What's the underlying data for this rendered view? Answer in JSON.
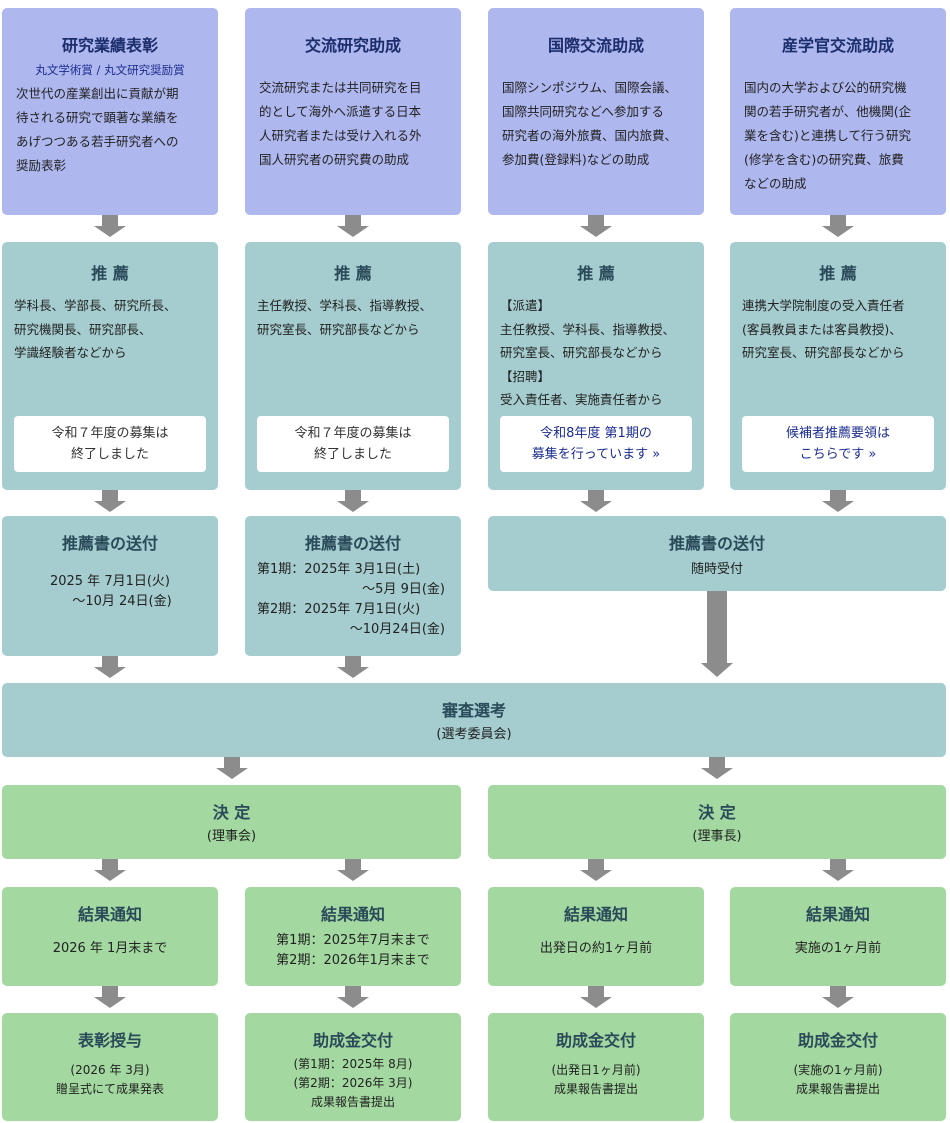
{
  "awards": [
    {
      "title": "研究業績表彰",
      "subtitle": "丸文学術賞 / 丸文研究奨励賞",
      "desc": [
        "次世代の産業創出に貢献が期",
        "待される研究で顕著な業績を",
        "あげつつある若手研究者への",
        "奨励表彰"
      ]
    },
    {
      "title": "交流研究助成",
      "desc": [
        "交流研究または共同研究を目",
        "的として海外へ派遣する日本",
        "人研究者または受け入れる外",
        "国人研究者の研究費の助成"
      ]
    },
    {
      "title": "国際交流助成",
      "desc": [
        "国際シンポジウム、国際会議、",
        "国際共同研究などへ参加する",
        "研究者の海外旅費、国内旅費、",
        "参加費(登録料)などの助成"
      ]
    },
    {
      "title": "産学官交流助成",
      "desc": [
        "国内の大学および公的研究機",
        "関の若手研究者が、他機関(企",
        "業を含む)と連携して行う研究",
        "(修学を含む)の研究費、旅費",
        "などの助成"
      ]
    }
  ],
  "recommend": [
    {
      "title": "推 薦",
      "lines": [
        "学科長、学部長、研究所長、",
        "研究機関長、研究部長、",
        "学識経験者などから"
      ],
      "notice": [
        "令和７年度の募集は",
        "終了しました"
      ]
    },
    {
      "title": "推 薦",
      "lines": [
        "主任教授、学科長、指導教授、",
        "研究室長、研究部長などから"
      ],
      "notice": [
        "令和７年度の募集は",
        "終了しました"
      ]
    },
    {
      "title": "推 薦",
      "lines": [
        "【派遣】",
        "主任教授、学科長、指導教授、",
        "研究室長、研究部長などから",
        "【招聘】",
        "受入責任者、実施責任者から"
      ],
      "notice": [
        "令和8年度 第1期の",
        "募集を行っています »"
      ]
    },
    {
      "title": "推 薦",
      "lines": [
        "連携大学院制度の受入責任者",
        "(客員教員または客員教授)、",
        "研究室長、研究部長などから"
      ],
      "notice": [
        "候補者推薦要領は",
        "こちらです »"
      ]
    }
  ],
  "send": [
    {
      "title": "推薦書の送付",
      "lines": [
        "2025 年 7月1日(火)",
        "～10月 24日(金)"
      ]
    },
    {
      "title": "推薦書の送付",
      "lines": [
        "第1期：2025年 3月1日(土)",
        "～5月 9日(金)",
        "第2期：2025年 7月1日(火)",
        "～10月24日(金)"
      ]
    },
    {
      "title": "推薦書の送付",
      "lines": [
        "随時受付"
      ]
    }
  ],
  "review": {
    "title": "審査選考",
    "sub": "(選考委員会)"
  },
  "decision": [
    {
      "title": "決 定",
      "sub": "(理事会)"
    },
    {
      "title": "決 定",
      "sub": "(理事長)"
    }
  ],
  "result": [
    {
      "title": "結果通知",
      "lines": [
        "2026 年 1月末まで"
      ]
    },
    {
      "title": "結果通知",
      "lines": [
        "第1期：2025年7月末まで",
        "第2期：2026年1月末まで"
      ]
    },
    {
      "title": "結果通知",
      "lines": [
        "出発日の約1ヶ月前"
      ]
    },
    {
      "title": "結果通知",
      "lines": [
        "実施の1ヶ月前"
      ]
    }
  ],
  "final": [
    {
      "title": "表彰授与",
      "lines": [
        "(2026 年 3月)",
        "贈呈式にて成果発表"
      ]
    },
    {
      "title": "助成金交付",
      "lines": [
        "(第1期：2025年 8月)",
        "(第2期：2026年 3月)",
        "成果報告書提出"
      ]
    },
    {
      "title": "助成金交付",
      "lines": [
        "(出発日1ヶ月前)",
        "成果報告書提出"
      ]
    },
    {
      "title": "助成金交付",
      "lines": [
        "(実施の1ヶ月前)",
        "成果報告書提出"
      ]
    }
  ]
}
